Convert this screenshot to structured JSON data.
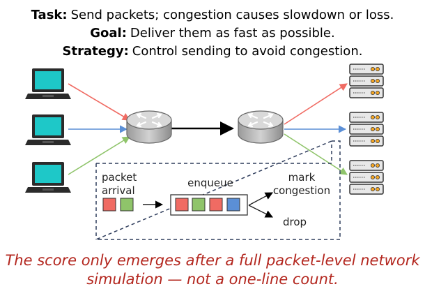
{
  "header": {
    "task_label": "Task:",
    "task_text": "Send packets; congestion causes slowdown or loss.",
    "goal_label": "Goal:",
    "goal_text": "Deliver them as fast as possible.",
    "strategy_label": "Strategy:",
    "strategy_text": "Control sending to avoid congestion."
  },
  "queue": {
    "arrival_line1": "packet",
    "arrival_line2": "arrival",
    "enqueue": "enqueue",
    "mark_line1": "mark",
    "mark_line2": "congestion",
    "drop": "drop"
  },
  "caption": {
    "line1": "The score only emerges after a full packet-level network",
    "line2": "simulation — not a one-line count."
  },
  "icons": {
    "laptop": "laptop-icon",
    "router": "router-icon",
    "server": "server-icon"
  },
  "colors": {
    "red": "#f06b63",
    "blue": "#5b8fd6",
    "green": "#8fc46a",
    "laptop_screen": "#1ec8c8",
    "caption": "#b3261e",
    "dashed_border": "#2f3d5c"
  }
}
